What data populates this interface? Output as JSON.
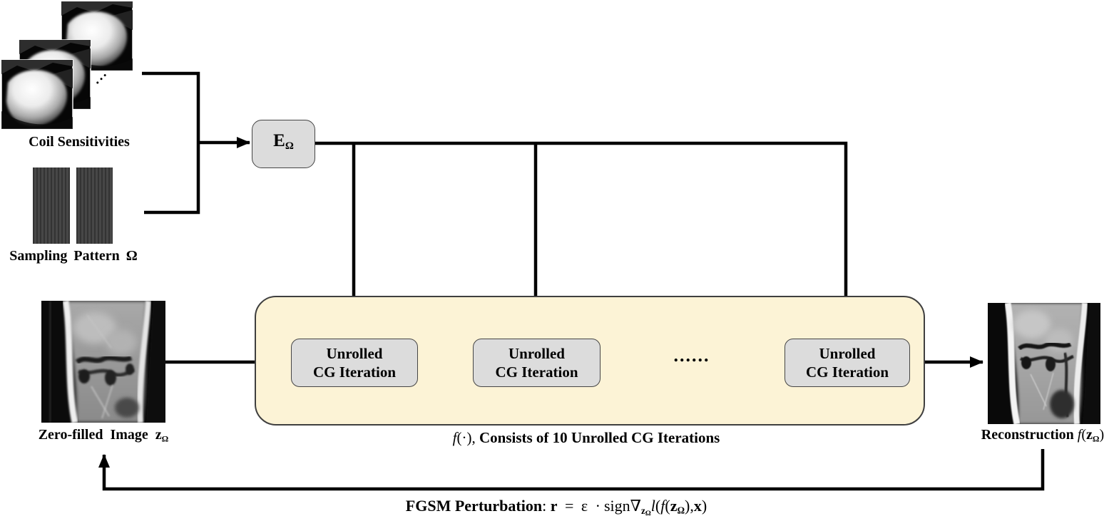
{
  "figure": {
    "coil": {
      "label": "Coil Sensitivities",
      "dots": "···"
    },
    "sampling": {
      "label": "Sampling Pattern Ω"
    },
    "encoder": {
      "symbol": "E",
      "subscript": "Ω"
    },
    "pipeline": {
      "boxes": [
        {
          "line1": "Unrolled",
          "line2": "CG Iteration"
        },
        {
          "line1": "Unrolled",
          "line2": "CG Iteration"
        },
        {
          "line1": "Unrolled",
          "line2": "CG Iteration"
        }
      ],
      "ellipsis": "......",
      "caption": {
        "f": "f",
        "paren": "(·),",
        "rest": " Consists of 10 Unrolled CG Iterations"
      }
    },
    "zero_filled": {
      "label": "Zero-filled Image",
      "z": "z",
      "sub": "Ω"
    },
    "reconstruction": {
      "label": "Reconstruction",
      "f": "f",
      "open": "(",
      "z": "z",
      "sub": "Ω",
      "close": ")"
    },
    "formula": {
      "title": "FGSM Perturbation",
      "colon": ":",
      "r": "r",
      "equals": "=",
      "epsilon": "ε",
      "cdot": "·",
      "sign": "sign",
      "nabla": "∇",
      "sub_z": "z",
      "sub_omega": "Ω",
      "loss": "l",
      "open1": "(",
      "f": "f",
      "open2": "(",
      "z2": "z",
      "sub_omega2": "Ω",
      "close2": ")",
      "comma": ",",
      "x": "x",
      "close1": ")"
    },
    "colors": {
      "container_fill": "#fcf3d6",
      "node_fill": "#dcdcdc",
      "node_border": "#454545",
      "line": "#000000"
    }
  }
}
